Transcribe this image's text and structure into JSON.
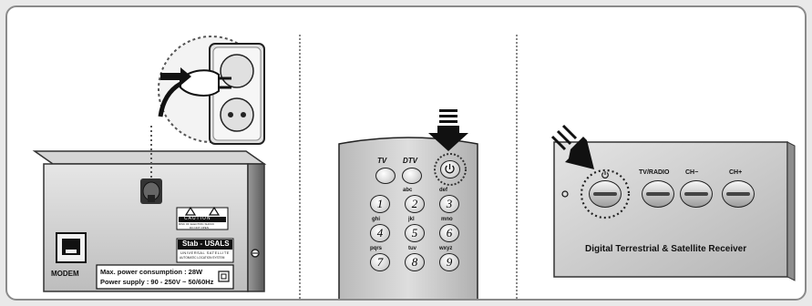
{
  "panel1": {
    "modem_label": "MODEM",
    "caution_title": "CAUTION",
    "caution_line1": "RISK OF ELECTRIC SHOCK",
    "caution_line2": "DO NOT OPEN",
    "brand_logo": "Stab - USALS",
    "brand_sub1": "UNIVERSAL SATELLITE",
    "brand_sub2": "AUTOMATIC LOCATION SYSTEM",
    "power_line1": "Max. power consumption : 28W",
    "power_line2": "Power supply : 90 - 250V ~ 50/60Hz"
  },
  "panel2": {
    "tv_label": "TV",
    "dtv_label": "DTV",
    "keys": [
      {
        "letters": "",
        "digit": "1"
      },
      {
        "letters": "abc",
        "digit": "2"
      },
      {
        "letters": "def",
        "digit": "3"
      },
      {
        "letters": "ghi",
        "digit": "4"
      },
      {
        "letters": "jkl",
        "digit": "5"
      },
      {
        "letters": "mno",
        "digit": "6"
      },
      {
        "letters": "pqrs",
        "digit": "7"
      },
      {
        "letters": "tuv",
        "digit": "8"
      },
      {
        "letters": "wxyz",
        "digit": "9"
      }
    ]
  },
  "panel3": {
    "btn_tvradio": "TV/RADIO",
    "btn_chminus": "CH−",
    "btn_chplus": "CH+",
    "product_name": "Digital Terrestrial & Satellite Receiver"
  },
  "colors": {
    "frame_border": "#8a8a8a",
    "device_gray": "#c8c8c8",
    "dark": "#1a1a1a"
  }
}
